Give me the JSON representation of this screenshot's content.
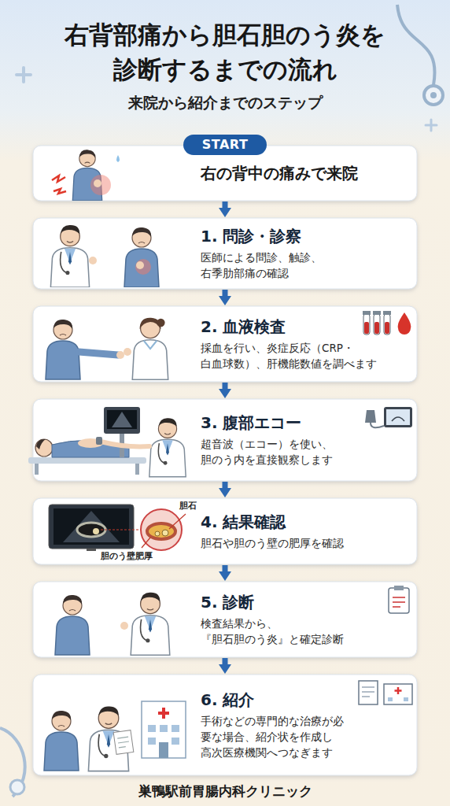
{
  "diagram": {
    "title": "右背部痛から胆石胆のう炎を 診断するまでの流れ",
    "nodes": [
      {
        "text": [
          "START"
        ]
      },
      {
        "text": [
          "右の背中の痛みで来院"
        ]
      },
      {
        "text": [
          "1. 問診・診察",
          "医師による問診、触診、 右季肋部痛の確認"
        ]
      },
      {
        "text": [
          "2. 血液検査",
          "採血を行い、炎症反応（CRP・ 白血球数）、肝機能数値を調べます"
        ]
      },
      {
        "text": [
          "3. 腹部エコー",
          "超音波（エコー）を使い、 胆のう内を直接観察します"
        ]
      },
      {
        "text": [
          "4. 結果確認",
          "胆石や胆のう壁の肥厚を確認"
        ]
      },
      {
        "text": [
          "5. 診断",
          "検査結果から、 『胆石胆のう炎』と確定診断"
        ]
      },
      {
        "text": [
          "6. 紹介",
          "手術などの専門的な治療が必 要な場合、紹介状を作成し 高次医療機関へつなぎます"
        ]
      }
    ],
    "edges": [
      {
        "from": 1,
        "to": 2,
        "arrow": "to"
      },
      {
        "from": 2,
        "to": 3,
        "arrow": "to"
      },
      {
        "from": 3,
        "to": 4,
        "arrow": "to"
      },
      {
        "from": 4,
        "to": 5,
        "arrow": "to"
      },
      {
        "from": 5,
        "to": 6,
        "arrow": "to"
      },
      {
        "from": 6,
        "to": 7,
        "arrow": "to"
      }
    ],
    "labels": [
      "来院から紹介までのステップ",
      "胆石",
      "胆のう壁肥厚",
      "巣鴨駅前胃腸内科クリニック"
    ]
  }
}
